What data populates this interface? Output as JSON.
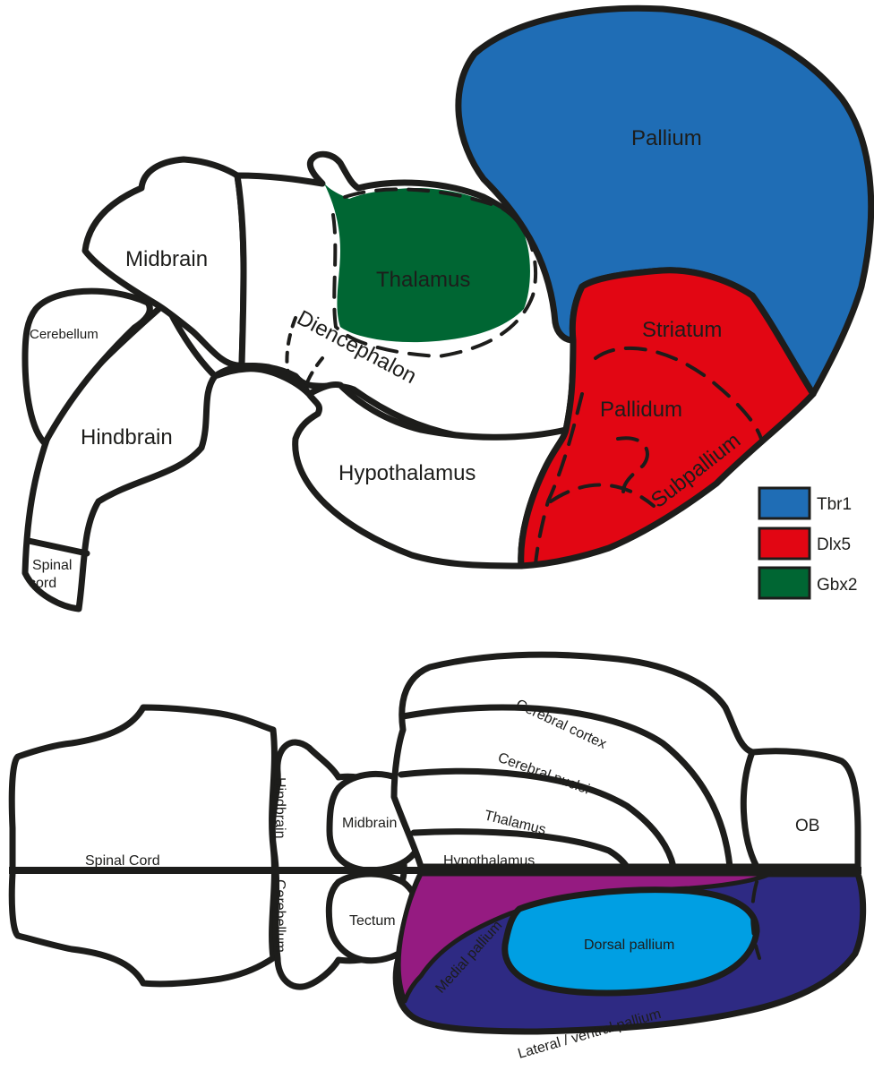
{
  "colors": {
    "tbr1": "#1f6db5",
    "dlx5": "#e20613",
    "gbx2": "#006633",
    "medial_pallium": "#951b81",
    "dorsal_pallium": "#009fe3",
    "lateral_ventral_pallium": "#2e2a83",
    "outline": "#1d1d1b"
  },
  "sagittal": {
    "pallium": "Pallium",
    "midbrain": "Midbrain",
    "thalamus": "Thalamus",
    "cerebellum": "Cerebellum",
    "diencephalon": "Diencephalon",
    "striatum": "Striatum",
    "hindbrain": "Hindbrain",
    "pallidum": "Pallidum",
    "subpallium": "Subpallium",
    "hypothalamus": "Hypothalamus",
    "spinal_cord_line1": "Spinal",
    "spinal_cord_line2": "cord"
  },
  "legend": [
    {
      "label": "Tbr1",
      "color": "#1f6db5"
    },
    {
      "label": "Dlx5",
      "color": "#e20613"
    },
    {
      "label": "Gbx2",
      "color": "#006633"
    }
  ],
  "dorsal": {
    "cerebral_cortex": "Cerebral cortex",
    "cerebral_nuclei": "Cerebral nuclei",
    "hindbrain": "Hindbrain",
    "midbrain": "Midbrain",
    "thalamus": "Thalamus",
    "ob": "OB",
    "spinal_cord": "Spinal Cord",
    "hypothalamus": "Hypothalamus",
    "cerebellum": "Cerebellum",
    "tectum": "Tectum",
    "medial_pallium": "Medial pallium",
    "dorsal_pallium": "Dorsal pallium",
    "lateral_ventral_pallium": "Lateral / ventral pallium"
  }
}
